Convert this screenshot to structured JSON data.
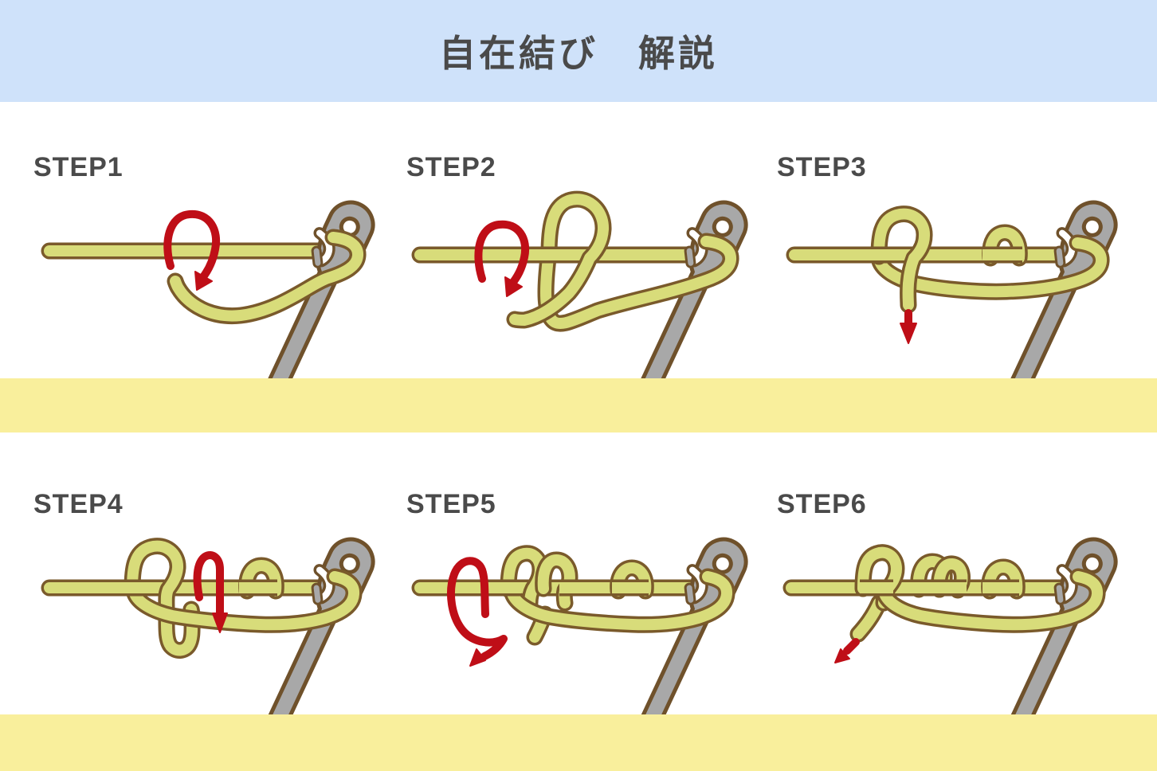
{
  "title_bar": {
    "title": "自在結び　解説"
  },
  "steps": [
    {
      "label": "STEP1",
      "illustration": "rope-first-wrap-around-stake-hook",
      "arrow_icon": "clockwise-wrap-arrow"
    },
    {
      "label": "STEP2",
      "illustration": "working-end-looped-over-standing-line",
      "arrow_icon": "clockwise-wrap-arrow"
    },
    {
      "label": "STEP3",
      "illustration": "half-hitch-tightened-end-hanging-down",
      "arrow_icon": "pull-down-arrow"
    },
    {
      "label": "STEP4",
      "illustration": "end-passed-down-through-loop-again",
      "arrow_icon": "over-and-down-arrow"
    },
    {
      "label": "STEP5",
      "illustration": "second-coil-wrapped-inside-loop",
      "arrow_icon": "wrap-around-down-arrow"
    },
    {
      "label": "STEP6",
      "illustration": "finished-adjustable-hitch-pull-to-tighten",
      "arrow_icon": "pull-down-left-arrow"
    }
  ],
  "colors": {
    "header_blue": "#cfe2fa",
    "band_yellow": "#f9ef9c",
    "rope_fill": "#d8dc7a",
    "rope_outline": "#7a5a2b",
    "peg_fill": "#a8a8a8",
    "peg_outline": "#6f512b",
    "arrow_red": "#bf0e17",
    "text_gray": "#4a4a4a",
    "background": "#ffffff"
  }
}
